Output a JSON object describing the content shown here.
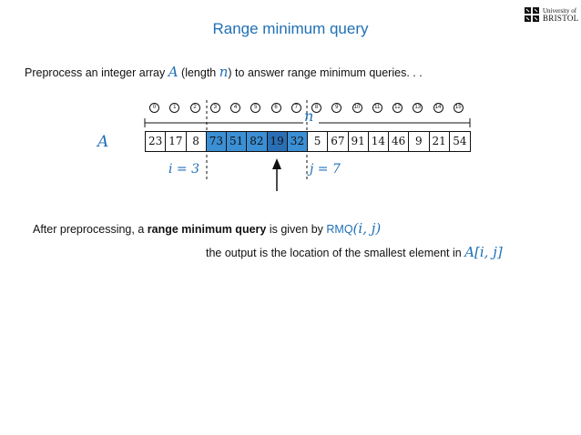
{
  "slide": {
    "title": "Range minimum query",
    "logo": {
      "line1": "University of",
      "line2": "BRISTOL"
    }
  },
  "intro": {
    "before": "Preprocess an integer array ",
    "var_a": "A",
    "mid": " (length ",
    "var_n": "n",
    "after": ") to answer range minimum queries. . ."
  },
  "array": {
    "name": "A",
    "length_label": "n",
    "indices": [
      "0",
      "1",
      "2",
      "3",
      "4",
      "5",
      "6",
      "7",
      "8",
      "9",
      "10",
      "11",
      "12",
      "13",
      "14",
      "15"
    ],
    "values": [
      "23",
      "17",
      "8",
      "73",
      "51",
      "82",
      "19",
      "32",
      "5",
      "67",
      "91",
      "14",
      "46",
      "9",
      "21",
      "54"
    ],
    "highlight_range": [
      3,
      7
    ],
    "min_index": 6,
    "i_label": "i = 3",
    "j_label": "j = 7"
  },
  "query": {
    "before": "After preprocessing, a ",
    "bold": "range minimum query",
    "mid": " is given by ",
    "rmq_name": "RMQ",
    "rmq_args": "(i, j)"
  },
  "output": {
    "text": "the output is the location of the smallest element in ",
    "expr": "A[i, j]"
  },
  "colors": {
    "accent": "#1f6fb5",
    "cell_highlight": "#3b8fd4",
    "cell_min": "#2a6fb6"
  }
}
